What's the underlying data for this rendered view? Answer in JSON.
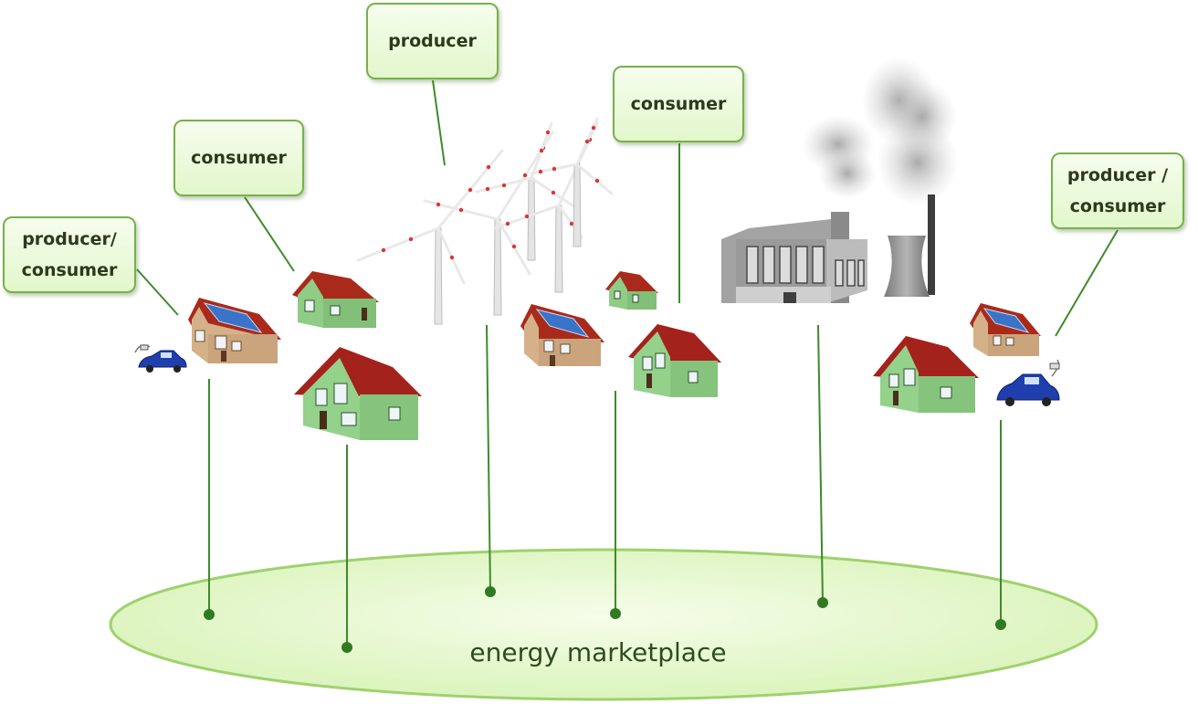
{
  "labels": {
    "producer_consumer_left": "producer/\nconsumer",
    "consumer_left": "consumer",
    "producer": "producer",
    "consumer_middle": "consumer",
    "producer_consumer_right": "producer /\nconsumer"
  },
  "marketplace": {
    "label": "energy marketplace"
  },
  "colors": {
    "connector": "#3f8a2a",
    "box_border": "#77b14a",
    "ellipse_fill": "#e9fad3",
    "house_wall_green": "#8fd18a",
    "house_wall_tan": "#d8b48a",
    "roof": "#a4221c",
    "solar_panel": "#3f79c7",
    "car": "#1f3fae",
    "factory": "#8b8b8b",
    "smoke": "#b9b9b9"
  },
  "icons": [
    "house-icon",
    "solar-house-icon",
    "wind-turbine-icon",
    "factory-icon",
    "cooling-tower-icon",
    "electric-car-icon"
  ]
}
